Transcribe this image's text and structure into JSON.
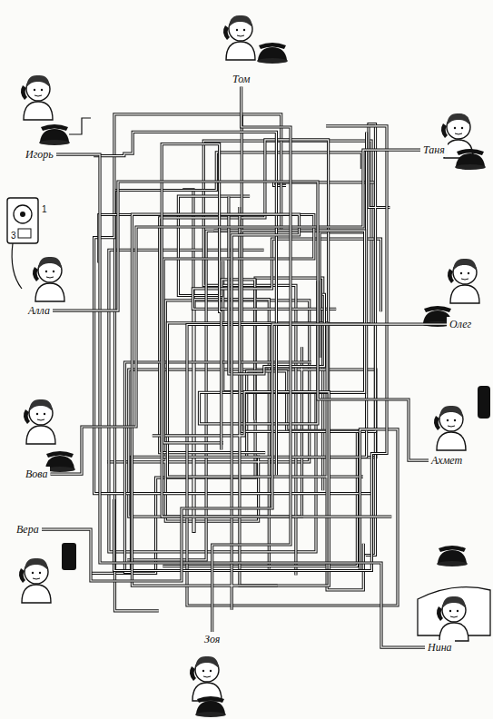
{
  "diagram": {
    "nodes": [
      {
        "text": [
          "Том"
        ]
      },
      {
        "text": [
          "Игорь"
        ]
      },
      {
        "text": [
          "Таня"
        ]
      },
      {
        "text": [
          "Алла"
        ]
      },
      {
        "text": [
          "Олег"
        ]
      },
      {
        "text": [
          "Вова"
        ]
      },
      {
        "text": [
          "Ахмет"
        ]
      },
      {
        "text": [
          "Вера"
        ]
      },
      {
        "text": [
          "Нина"
        ]
      },
      {
        "text": [
          "Зоя"
        ]
      }
    ],
    "edges": [
      {
        "from": 1,
        "to": 8,
        "arrow": "none"
      },
      {
        "from": 2,
        "to": 5,
        "arrow": "none"
      },
      {
        "from": 3,
        "to": 6,
        "arrow": "none"
      },
      {
        "from": 4,
        "to": 7,
        "arrow": "none"
      },
      {
        "from": 0,
        "to": 9,
        "arrow": "none"
      }
    ],
    "labels": [
      "1",
      "3"
    ]
  }
}
